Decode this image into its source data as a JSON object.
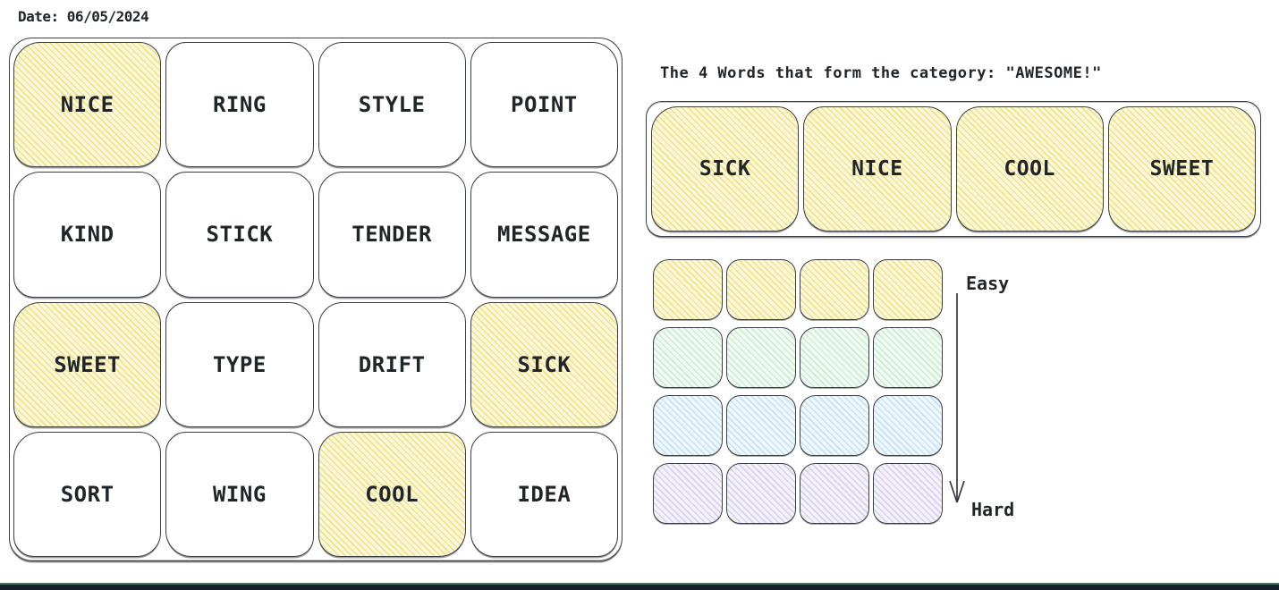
{
  "date_label": "Date: 06/05/2024",
  "grid": {
    "rows": 4,
    "cols": 4,
    "cells": [
      {
        "word": "NICE",
        "highlighted": true
      },
      {
        "word": "RING",
        "highlighted": false
      },
      {
        "word": "STYLE",
        "highlighted": false
      },
      {
        "word": "POINT",
        "highlighted": false
      },
      {
        "word": "KIND",
        "highlighted": false
      },
      {
        "word": "STICK",
        "highlighted": false
      },
      {
        "word": "TENDER",
        "highlighted": false
      },
      {
        "word": "MESSAGE",
        "highlighted": false
      },
      {
        "word": "SWEET",
        "highlighted": true
      },
      {
        "word": "TYPE",
        "highlighted": false
      },
      {
        "word": "DRIFT",
        "highlighted": false
      },
      {
        "word": "SICK",
        "highlighted": true
      },
      {
        "word": "SORT",
        "highlighted": false
      },
      {
        "word": "WING",
        "highlighted": false
      },
      {
        "word": "COOL",
        "highlighted": true
      },
      {
        "word": "IDEA",
        "highlighted": false
      }
    ]
  },
  "answer_panel": {
    "title": "The 4 Words that form the category: \"AWESOME!\"",
    "words": [
      "SICK",
      "NICE",
      "COOL",
      "SWEET"
    ]
  },
  "difficulty_legend": {
    "easy_label": "Easy",
    "hard_label": "Hard",
    "squares_per_row": 4,
    "rows": [
      {
        "name": "yellow",
        "base": "#fdf8dd",
        "hatch": "#f0e386"
      },
      {
        "name": "green",
        "base": "#f3fbf5",
        "hatch": "#c9ecd3"
      },
      {
        "name": "blue",
        "base": "#f0f7fd",
        "hatch": "#c6e2f6"
      },
      {
        "name": "purple",
        "base": "#f5f2fb",
        "hatch": "#d8d0f0"
      }
    ]
  },
  "colors": {
    "highlight_base": "#fdf8dd",
    "highlight_hatch": "#f0e386",
    "stroke": "#3a3f45",
    "text": "#20252a",
    "bottom_bar_green": "#44735a",
    "bottom_bar_dark": "#15202b"
  }
}
